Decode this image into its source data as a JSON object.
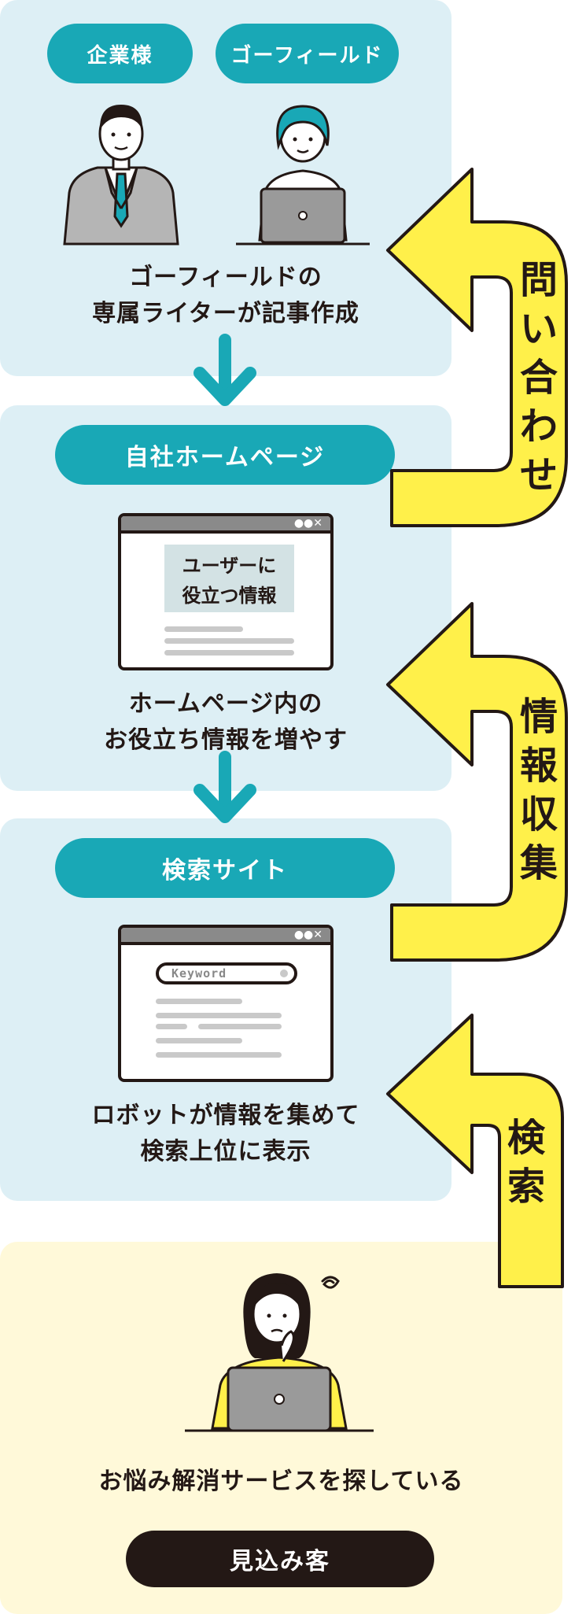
{
  "roles": {
    "company": "企業様",
    "gofield": "ゴーフィールド"
  },
  "step1_caption": [
    "ゴーフィールドの",
    "専属ライターが記事作成"
  ],
  "homepage": {
    "title": "自社ホームページ",
    "content_label": [
      "ユーザーに",
      "役立つ情報"
    ],
    "caption": [
      "ホームページ内の",
      "お役立ち情報を増やす"
    ]
  },
  "search_site": {
    "title": "検索サイト",
    "search_placeholder": "Keyword",
    "caption": [
      "ロボットが情報を集めて",
      "検索上位に表示"
    ]
  },
  "prospect": {
    "caption": "お悩み解消サービスを探している",
    "badge": "見込み客"
  },
  "arrows": {
    "inquiry": "問い合わせ",
    "info_collection": "情報収集",
    "search": "検索"
  },
  "colors": {
    "panel_blue": "#ddeff5",
    "panel_cream": "#fff9d9",
    "teal": "#19a8b6",
    "arrow_yellow": "#fff04a",
    "ink": "#231815"
  }
}
